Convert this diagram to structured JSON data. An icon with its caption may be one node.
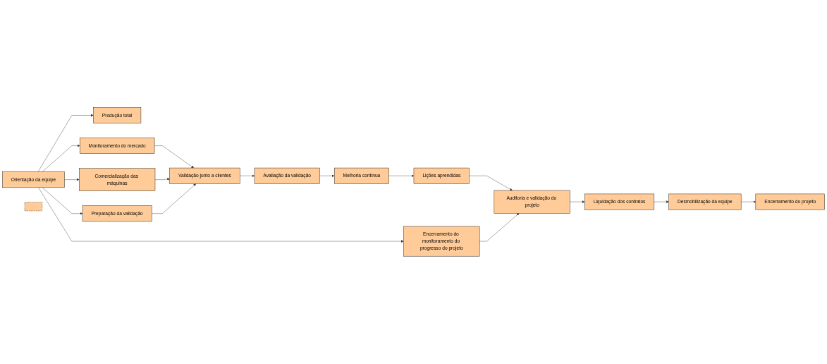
{
  "diagram": {
    "nodes": [
      {
        "text": [
          "Orientação da equipe"
        ]
      },
      {
        "text": [
          "Produção total"
        ]
      },
      {
        "text": [],
        "shape": "box"
      },
      {
        "text": [
          "Monitoramento do mercado"
        ]
      },
      {
        "text": [
          "Comercialização das máquinas"
        ]
      },
      {
        "text": [
          "Preparação da validação"
        ]
      },
      {
        "text": [
          "Validação junto a clientes"
        ]
      },
      {
        "text": [
          "Avaliação da validação"
        ]
      },
      {
        "text": [
          "Melhoria contínua"
        ]
      },
      {
        "text": [
          "Lições aprendidas"
        ]
      },
      {
        "text": [
          "Auditoria e validação do projeto"
        ]
      },
      {
        "text": [
          "Liquidação dos contratos"
        ]
      },
      {
        "text": [
          "Desmobilização da equipe"
        ]
      },
      {
        "text": [
          "Encerramento do projeto"
        ]
      },
      {
        "text": [
          "Encerramento do monitoramento do progresso do projeto"
        ]
      }
    ],
    "edges": [
      {
        "from": 0,
        "to": 1,
        "arrow": "to"
      },
      {
        "from": 0,
        "to": 3,
        "arrow": "to"
      },
      {
        "from": 0,
        "to": 4,
        "arrow": "to"
      },
      {
        "from": 0,
        "to": 5,
        "arrow": "to"
      },
      {
        "from": 0,
        "to": 14,
        "arrow": "to"
      },
      {
        "from": 3,
        "to": 6,
        "arrow": "to"
      },
      {
        "from": 4,
        "to": 6,
        "arrow": "to"
      },
      {
        "from": 5,
        "to": 6,
        "arrow": "to"
      },
      {
        "from": 6,
        "to": 7,
        "arrow": "to"
      },
      {
        "from": 7,
        "to": 8,
        "arrow": "to"
      },
      {
        "from": 8,
        "to": 9,
        "arrow": "to"
      },
      {
        "from": 9,
        "to": 10,
        "arrow": "to"
      },
      {
        "from": 14,
        "to": 10,
        "arrow": "to"
      },
      {
        "from": 10,
        "to": 11,
        "arrow": "to"
      },
      {
        "from": 11,
        "to": 12,
        "arrow": "to"
      },
      {
        "from": 12,
        "to": 13,
        "arrow": "to"
      }
    ]
  }
}
